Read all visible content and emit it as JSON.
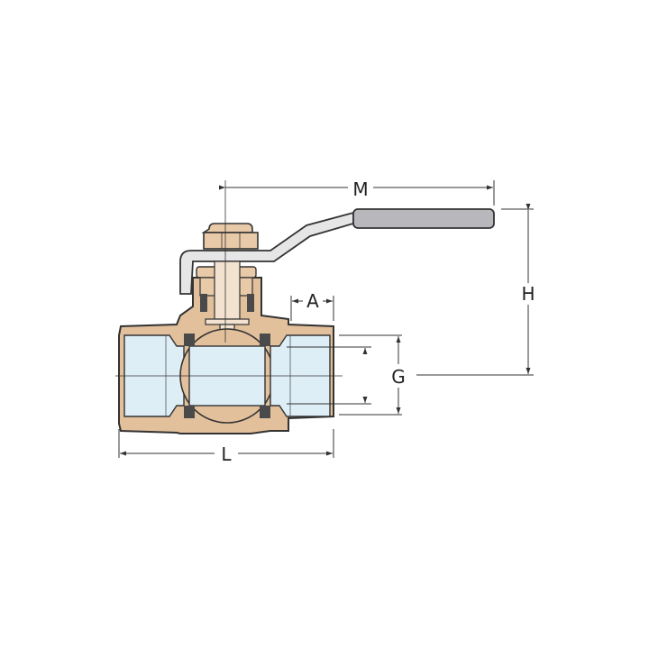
{
  "diagram": {
    "subject": "Ball valve cross-section with lever handle",
    "dimension_labels": {
      "M": "M",
      "H": "H",
      "A": "A",
      "G": "G",
      "L": "L"
    },
    "colors": {
      "brass": "#E8C9A8",
      "brass_dark": "#D9B48E",
      "bore": "#DDEEF7",
      "seat": "#4A4A4A",
      "handle_grip": "#B8B8BC",
      "lever": "#E6E6E6",
      "outline": "#333333",
      "dim_line": "#333333",
      "background": "#FFFFFF"
    }
  }
}
